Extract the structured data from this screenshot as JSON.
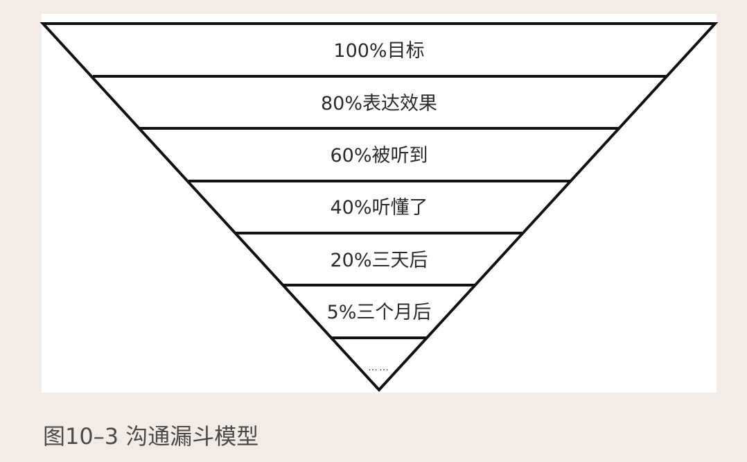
{
  "diagram": {
    "levels": [
      {
        "label": "100%目标"
      },
      {
        "label": "80%表达效果"
      },
      {
        "label": "60%被听到"
      },
      {
        "label": "40%听懂了"
      },
      {
        "label": "20%三天后"
      },
      {
        "label": "5%三个月后"
      },
      {
        "label": "……"
      }
    ]
  },
  "caption": "图10–3 沟通漏斗模型",
  "colors": {
    "background": "#f3ebe6",
    "panel": "#ffffff",
    "stroke": "#111111",
    "text": "#2a2a2a",
    "caption": "#4a4a4a"
  }
}
